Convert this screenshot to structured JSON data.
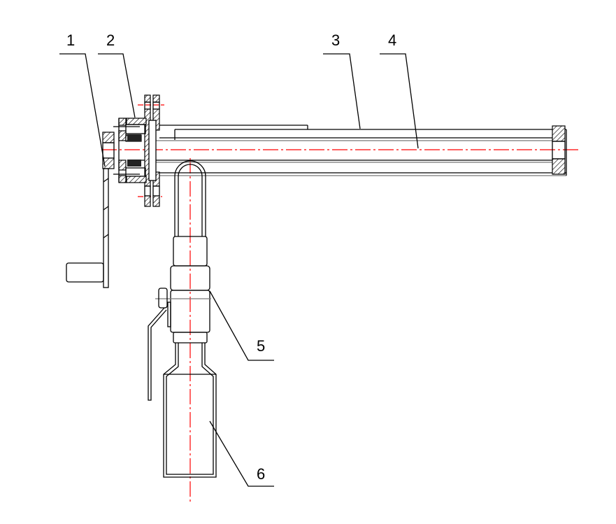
{
  "drawing": {
    "labels": [
      "1",
      "2",
      "3",
      "4",
      "5",
      "6"
    ],
    "colors": {
      "line": "#000000",
      "centerline": "#ff0000",
      "hidden": "#777777"
    }
  }
}
